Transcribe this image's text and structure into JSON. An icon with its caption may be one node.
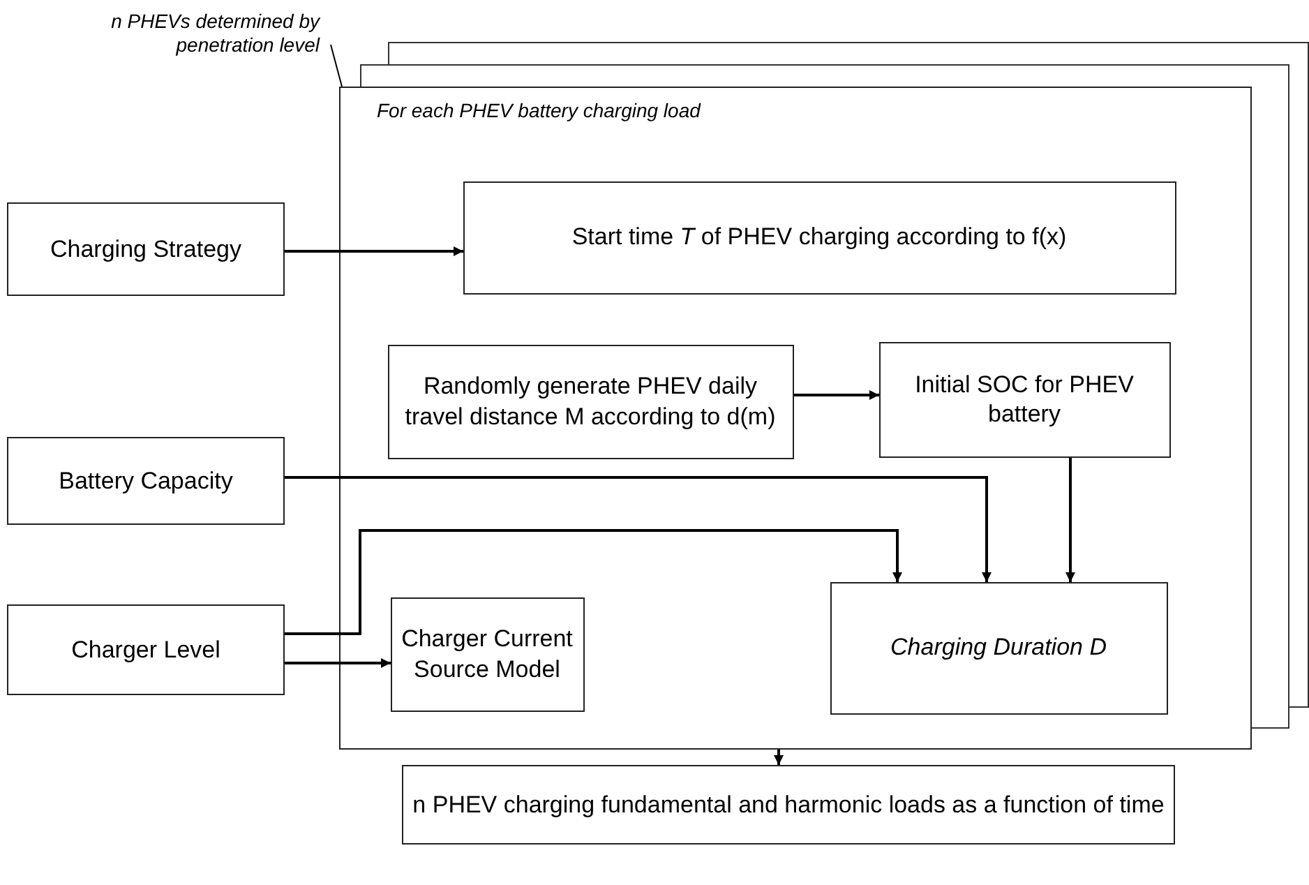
{
  "diagram": {
    "nodes": [
      {
        "text": [
          "n PHEVs determined by penetration level"
        ]
      },
      {
        "text": [
          "For each PHEV battery charging load"
        ]
      },
      {
        "text": [
          "Charging Strategy"
        ]
      },
      {
        "text": [
          "Start time *T* of PHEV charging according to f(x)"
        ],
        "in": 1
      },
      {
        "text": [
          "Randomly generate PHEV daily travel distance M according to d(m)"
        ],
        "in": 1
      },
      {
        "text": [
          "Initial SOC for PHEV battery"
        ],
        "in": 1
      },
      {
        "text": [
          "Battery Capacity"
        ]
      },
      {
        "text": [
          "Charger Level"
        ]
      },
      {
        "text": [
          "Charger Current Source Model"
        ],
        "in": 1
      },
      {
        "text": [
          "Charging Duration D"
        ],
        "in": 1
      },
      {
        "text": [
          "n PHEV charging fundamental and harmonic loads as a function of time"
        ]
      }
    ],
    "edges": [
      {
        "from": 0,
        "to": 1,
        "arrow": "none"
      },
      {
        "from": 2,
        "to": 3,
        "arrow": "to"
      },
      {
        "from": 4,
        "to": 5,
        "arrow": "to"
      },
      {
        "from": 6,
        "to": 9,
        "arrow": "to"
      },
      {
        "from": 7,
        "to": 9,
        "arrow": "to"
      },
      {
        "from": 5,
        "to": 9,
        "arrow": "to"
      },
      {
        "from": 7,
        "to": 8,
        "arrow": "to"
      },
      {
        "from": 1,
        "to": 10,
        "arrow": "to"
      }
    ]
  }
}
